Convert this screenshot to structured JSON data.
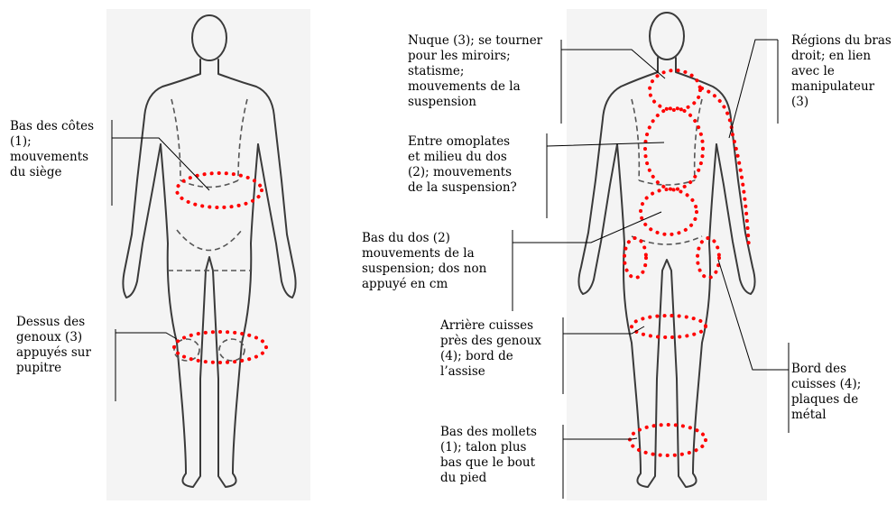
{
  "annotations": {
    "front_ribs": [
      "Bas des côtes",
      "(1);",
      "mouvements",
      "du siège"
    ],
    "front_knees": [
      "Dessus des",
      "genoux (3)",
      "appuyés sur",
      "pupitre"
    ],
    "back_neck": [
      "Nuque (3); se tourner",
      "pour les miroirs;",
      "statisme;",
      "mouvements de la",
      "suspension"
    ],
    "back_shoulders": [
      "Entre omoplates",
      "et milieu du dos",
      "(2); mouvements",
      "de la suspension?"
    ],
    "back_lower": [
      "Bas du dos (2)",
      "mouvements de la",
      "suspension; dos non",
      "appuyé en cm"
    ],
    "back_thighs": [
      "Arrière cuisses",
      "près des genoux",
      "(4); bord de",
      "l’assise"
    ],
    "back_calves": [
      "Bas des mollets",
      "(1); talon plus",
      "bas que le bout",
      "du pied"
    ],
    "right_arm": [
      "Régions du bras",
      "droit; en lien",
      "avec le",
      "manipulateur",
      "(3)"
    ],
    "thigh_edges": [
      "Bord des",
      "cuisses (4);",
      "plaques de",
      "métal"
    ]
  },
  "colors": {
    "pain_zone": "#ff0000",
    "outline": "#3a3a3a",
    "leader": "#000000"
  }
}
